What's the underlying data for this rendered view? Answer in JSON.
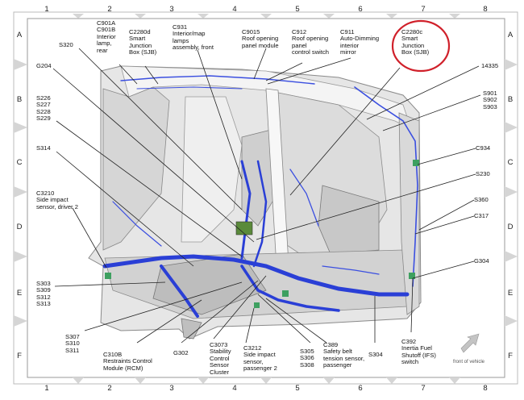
{
  "grid": {
    "columns": [
      "1",
      "2",
      "3",
      "4",
      "5",
      "6",
      "7",
      "8"
    ],
    "rows": [
      "A",
      "B",
      "C",
      "D",
      "E",
      "F"
    ]
  },
  "highlight_color": "#d0202a",
  "wire_color": "#2a3fd6",
  "labels": {
    "c901ab": "C901A\nC901B\nInterior\nlamp,\nrear",
    "c2280d": "C2280d\nSmart\nJunction\nBox (SJB)",
    "c931": "C931\nInterior/map\nlamps\nassembly, front",
    "c9015": "C9015\nRoof opening\npanel module",
    "c912": "C912\nRoof opening\npanel\ncontrol switch",
    "c911": "C911\nAuto-Dimming\ninterior\nmirror",
    "c2280c": "C2280c\nSmart\nJunction\nBox (SJB)",
    "s320": "S320",
    "g204": "G204",
    "s226": "S226\nS227\nS228\nS229",
    "s314": "S314",
    "c3210": "C3210\nSide impact\nsensor, driver 2",
    "s303": "S303\nS309\nS312\nS313",
    "s307": "S307\nS310\nS311",
    "c310b": "C310B\nRestraints Control\nModule (RCM)",
    "g302": "G302",
    "c3073": "C3073\nStability\nControl\nSensor\nCluster",
    "c3212": "C3212\nSide impact\nsensor,\npassenger 2",
    "s305": "S305\nS306\nS308",
    "c389": "C389\nSafety belt\ntension sensor,\npassenger",
    "s304": "S304",
    "c392": "C392\nInertia Fuel\nShutoff (IFS)\nswitch",
    "s14335": "14335",
    "s901": "S901\nS902\nS903",
    "c934": "C934",
    "s230": "S230",
    "s360": "S360",
    "c317": "C317",
    "g304": "G304"
  },
  "front_of_vehicle": "front of vehicle"
}
